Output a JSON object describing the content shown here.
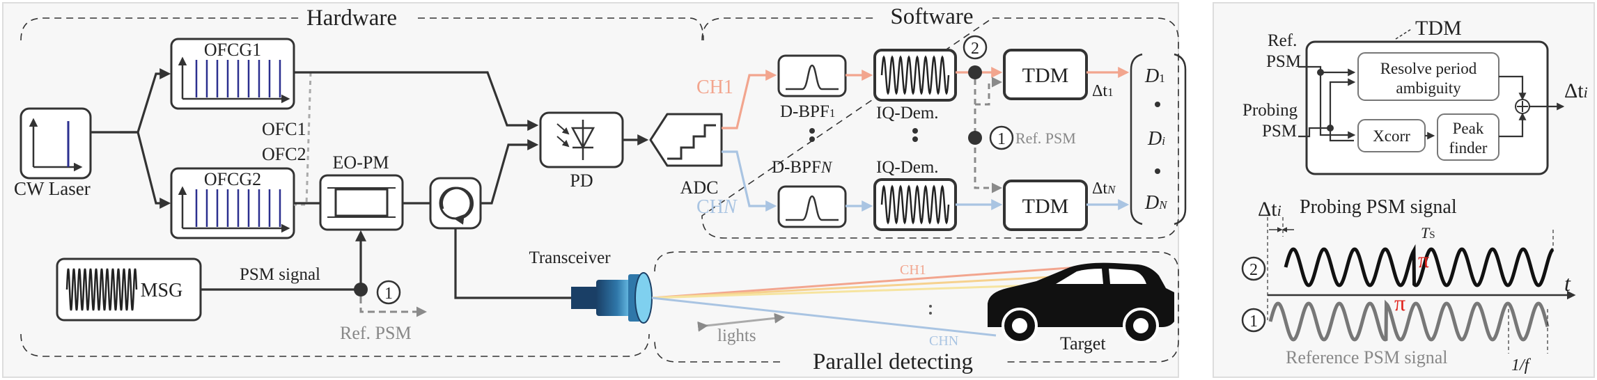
{
  "sections": {
    "hardware": "Hardware",
    "software": "Software",
    "parallel": "Parallel detecting"
  },
  "hardware": {
    "cw_laser": "CW Laser",
    "ofcg1": "OFCG1",
    "ofcg2": "OFCG2",
    "ofc1": "OFC1",
    "ofc2": "OFC2",
    "eopm": "EO-PM",
    "pd": "PD",
    "adc": "ADC",
    "msg": "MSG",
    "psm_signal": "PSM signal",
    "ref_psm": "Ref. PSM",
    "marker1": "1",
    "transceiver": "Transceiver"
  },
  "software": {
    "ch1": "CH1",
    "chn_prefix": "CH",
    "chn_sub": "N",
    "dbpf_1": "D-BPF",
    "dbpf_1_sub": "1",
    "dbpf_n": "D-BPF",
    "dbpf_n_sub": "N",
    "iqdem": "IQ-Dem.",
    "iqdem_n": "IQ-Dem.",
    "marker2": "2",
    "marker1": "1",
    "ref_psm": "Ref. PSM",
    "tdm1": "TDM",
    "tdmn": "TDM",
    "dt1": "Δt",
    "dt1_sub": "1",
    "dtn": "Δt",
    "dtn_sub": "N",
    "d1": "D",
    "d1_sub": "1",
    "di": "D",
    "di_sub": "i",
    "dn": "D",
    "dn_sub": "N"
  },
  "scene": {
    "ch1": "CH1",
    "chn": "CHN",
    "lights": "lights",
    "target": "Target"
  },
  "tdm_panel": {
    "title": "TDM",
    "ref_line1": "Ref.",
    "ref_line2": "PSM",
    "probing_line1": "Probing",
    "probing_line2": "PSM",
    "resolve_line1": "Resolve period",
    "resolve_line2": "ambiguity",
    "xcorr": "Xcorr",
    "peak_line1": "Peak",
    "peak_line2": "finder",
    "output": "Δt",
    "output_sub": "i"
  },
  "signal_panel": {
    "dt": "Δt",
    "dt_sub": "i",
    "probing_title": "Probing PSM signal",
    "ts": "T",
    "ts_sub": "S",
    "pi_top": "π",
    "pi_bottom": "π",
    "t_axis": "t",
    "marker2": "2",
    "marker1": "1",
    "reference_title": "Reference PSM signal",
    "period": "1/f"
  },
  "colors": {
    "ch1": "#f2a58e",
    "chn": "#a9c4e2",
    "wire": "#333333",
    "grey": "#8a8a8a",
    "pi": "#e0221b",
    "panel_bg": "#f7f7f7",
    "bar": "#2b2f8f"
  }
}
